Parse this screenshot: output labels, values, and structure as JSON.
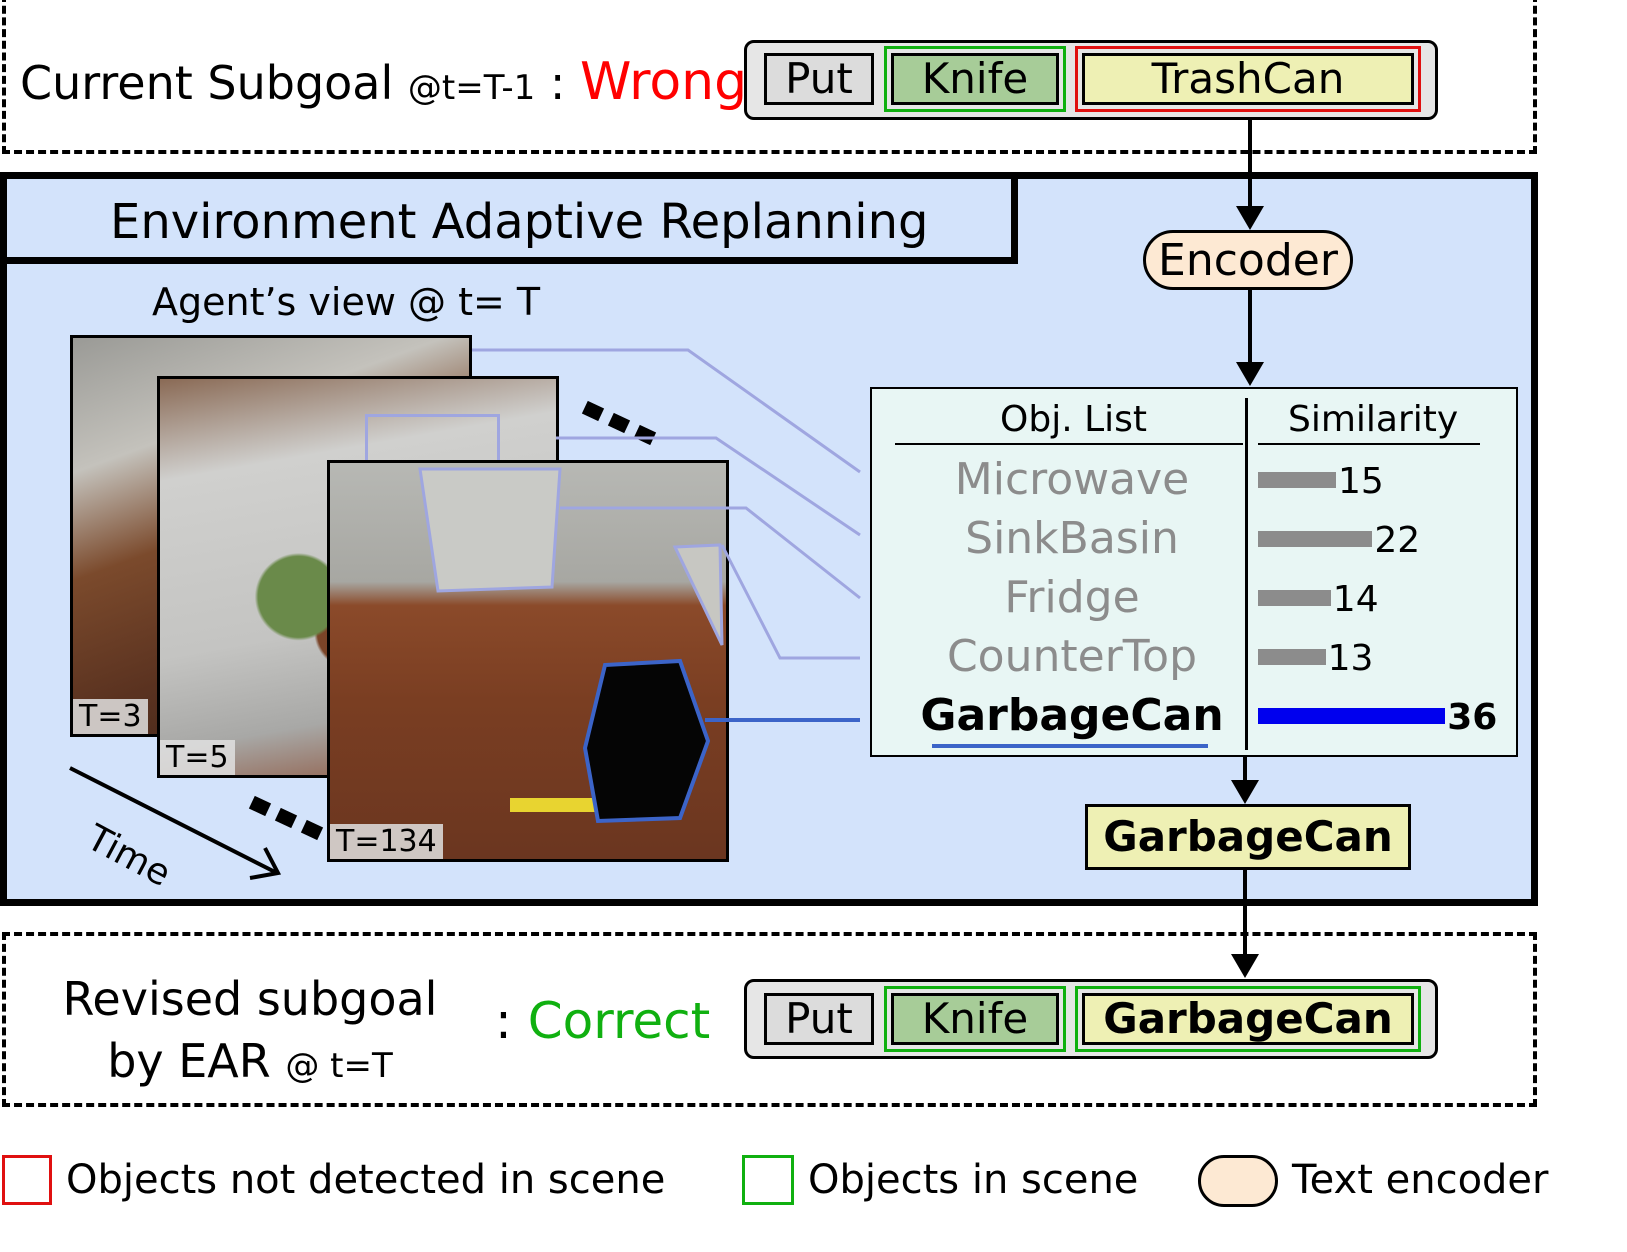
{
  "top": {
    "label_main": "Current Subgoal",
    "label_time": "@t=T-1",
    "label_sep": ":",
    "status": "Wrong",
    "status_color": "#ff0000",
    "tokens": [
      "Put",
      "Knife",
      "TrashCan"
    ]
  },
  "ear": {
    "title": "Environment Adaptive Replanning",
    "agent_view_label": "Agent’s view @ t= T",
    "frames": [
      "T=3",
      "T=5",
      "T=134"
    ],
    "time_label": "Time",
    "encoder_label": "Encoder",
    "table": {
      "col_obj": "Obj. List",
      "col_sim": "Similarity",
      "rows": [
        {
          "name": "Microwave",
          "value": "15"
        },
        {
          "name": "SinkBasin",
          "value": "22"
        },
        {
          "name": "Fridge",
          "value": "14"
        },
        {
          "name": "CounterTop",
          "value": "13"
        },
        {
          "name": "GarbageCan",
          "value": "36"
        }
      ],
      "highlight_color": "#0000ee"
    },
    "output_token": "GarbageCan"
  },
  "bottom": {
    "label_line1": "Revised subgoal",
    "label_line2": "by EAR",
    "label_time": "@ t=T",
    "label_sep": ":",
    "status": "Correct",
    "status_color": "#10b010",
    "tokens": [
      "Put",
      "Knife",
      "GarbageCan"
    ]
  },
  "legend": {
    "red": "Objects not detected in scene",
    "green": "Objects in scene",
    "encoder": "Text encoder"
  }
}
